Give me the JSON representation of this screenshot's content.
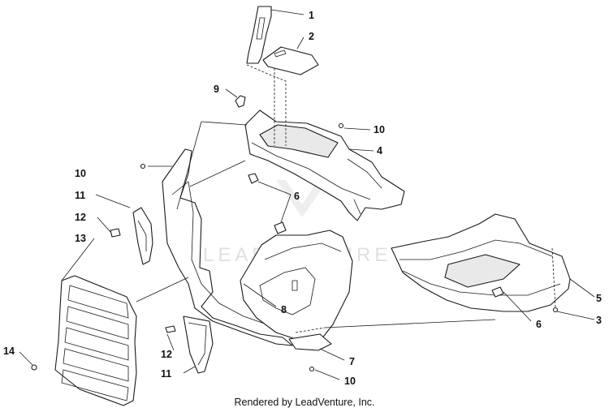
{
  "callouts": [
    {
      "id": "c1",
      "label": "1"
    },
    {
      "id": "c2",
      "label": "2"
    },
    {
      "id": "c9",
      "label": "9"
    },
    {
      "id": "c10a",
      "label": "10"
    },
    {
      "id": "c4",
      "label": "4"
    },
    {
      "id": "c10b",
      "label": "10"
    },
    {
      "id": "c11a",
      "label": "11"
    },
    {
      "id": "c6a",
      "label": "6"
    },
    {
      "id": "c12a",
      "label": "12"
    },
    {
      "id": "c13",
      "label": "13"
    },
    {
      "id": "c5",
      "label": "5"
    },
    {
      "id": "c3",
      "label": "3"
    },
    {
      "id": "c8",
      "label": "8"
    },
    {
      "id": "c6b",
      "label": "6"
    },
    {
      "id": "c14",
      "label": "14"
    },
    {
      "id": "c12b",
      "label": "12"
    },
    {
      "id": "c7",
      "label": "7"
    },
    {
      "id": "c11b",
      "label": "11"
    },
    {
      "id": "c10c",
      "label": "10"
    }
  ],
  "watermark": "LEADVENTURE",
  "footer": "Rendered by LeadVenture, Inc."
}
